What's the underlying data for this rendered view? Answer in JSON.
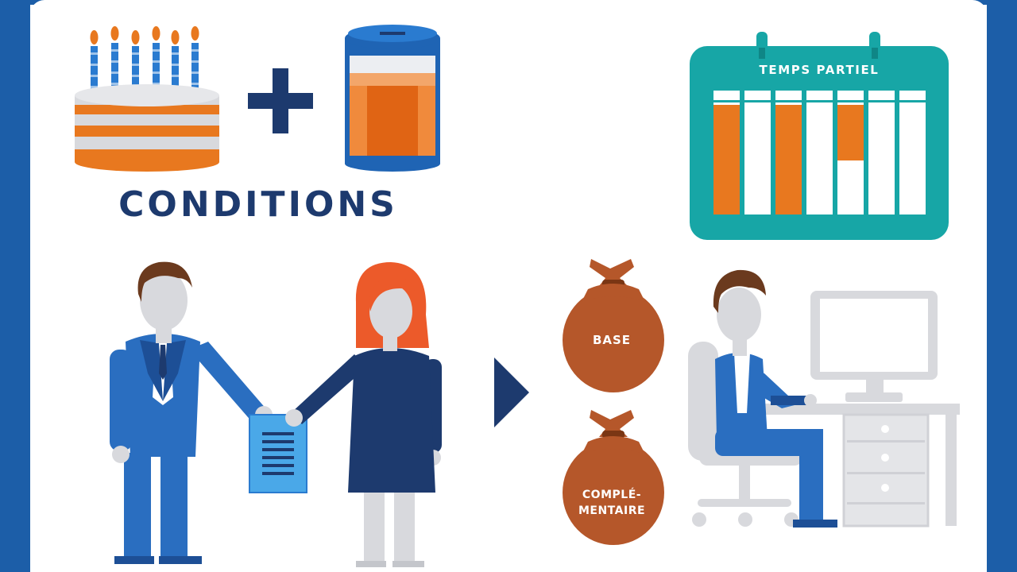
{
  "scene": {
    "conditions_label": "CONDITIONS",
    "calendar_title": "TEMPS PARTIEL",
    "bag_base_label": "BASE",
    "bag_complementaire_line1": "COMPLÉ-",
    "bag_complementaire_line2": "MENTAIRE"
  },
  "icons": [
    "birthday-cake-icon",
    "plus-icon",
    "savings-jar-icon",
    "calendar-icon",
    "man-icon",
    "woman-icon",
    "contract-document-icon",
    "play-arrow-icon",
    "money-bag-icon",
    "office-worker-icon",
    "computer-monitor-icon",
    "desk-icon",
    "office-chair-icon"
  ],
  "colors": {
    "background_blue": "#1c5ea8",
    "navy": "#1d3a6e",
    "orange": "#e8781f",
    "teal": "#17a6a6",
    "bag_brown": "#b5572a",
    "gray": "#d8d9dd"
  }
}
